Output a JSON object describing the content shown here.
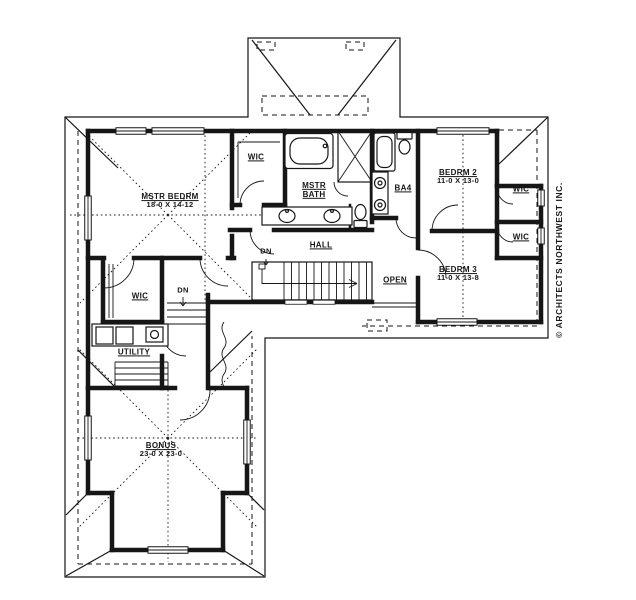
{
  "meta": {
    "drawing_type": "second floor plan",
    "credit": "© ARCHITECTS NORTHWEST INC."
  },
  "colors": {
    "ink": "#161616",
    "paper": "#ffffff"
  },
  "rooms": {
    "mstr_bedrm": {
      "name": "MSTR BEDRM",
      "dims": "18-0 X 14-12"
    },
    "wic_master": {
      "name": "WIC"
    },
    "mstr_bath": {
      "name": "MSTR BATH"
    },
    "ba4": {
      "name": "BA4"
    },
    "bedrm2": {
      "name": "BEDRM 2",
      "dims": "11-0 X 13-0"
    },
    "wic_right_upper": {
      "name": "WIC"
    },
    "wic_right_lower": {
      "name": "WIC"
    },
    "bedrm3": {
      "name": "BEDRM 3",
      "dims": "11-0 X 13-8"
    },
    "hall": {
      "name": "HALL"
    },
    "wic_left": {
      "name": "WIC"
    },
    "utility": {
      "name": "UTILITY"
    },
    "bonus": {
      "name": "BONUS",
      "dims": "23-0 X 23-0"
    }
  },
  "annotations": {
    "open": "OPEN",
    "down_main": "DN",
    "down_left": "DN"
  },
  "fixtures": [
    "bathtub",
    "shower",
    "double-vanity",
    "toilet",
    "tub",
    "single-sinks",
    "washer-dryer",
    "laundry-sink",
    "shelves"
  ]
}
